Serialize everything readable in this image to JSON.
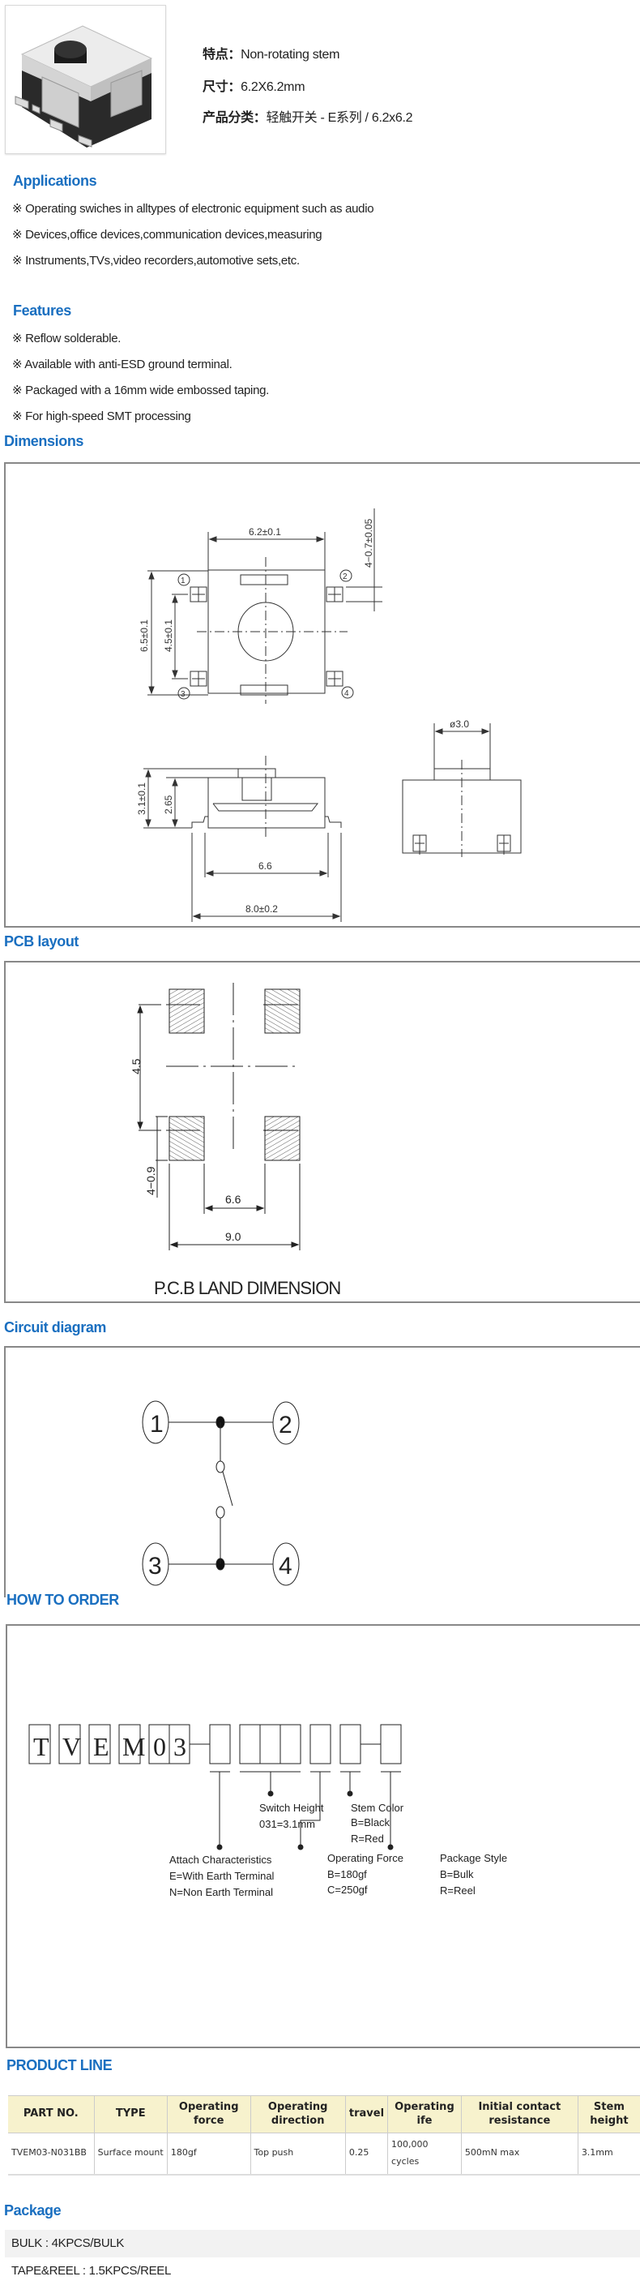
{
  "product": {
    "image_alt": "tactile switch photo",
    "specs": [
      {
        "label": "特点：",
        "value": "Non-rotating stem"
      },
      {
        "label": "尺寸：",
        "value": "6.2X6.2mm"
      },
      {
        "label": "产品分类：",
        "value": "轻触开关 - E系列 / 6.2x6.2"
      }
    ]
  },
  "applications": {
    "title": "Applications",
    "items": [
      "※ Operating swiches in alltypes of electronic equipment such as audio",
      "※ Devices,office devices,communication devices,measuring",
      "※ Instruments,TVs,video recorders,automotive sets,etc."
    ]
  },
  "features": {
    "title": "Features",
    "items": [
      "※ Reflow solderable.",
      "※ Available with anti-ESD ground terminal.",
      "※ Packaged with a 16mm wide embossed taping.",
      "※ For high-speed SMT processing"
    ]
  },
  "dimensions": {
    "title": "Dimensions",
    "labels": {
      "width": "6.2±0.1",
      "terminal": "4−0.7±0.05",
      "height": "6.5±0.1",
      "pitch": "4.5±0.1",
      "total_height": "3.1±0.1",
      "body_height": "2.65",
      "inner_span": "6.6",
      "outer_span": "8.0±0.2",
      "stem_dia": "ø3.0",
      "pin1": "1",
      "pin2": "2",
      "pin3": "3",
      "pin4": "4"
    }
  },
  "pcb": {
    "title": "PCB layout",
    "labels": {
      "pitch": "4.5",
      "pad": "4−0.9",
      "inner": "6.6",
      "outer": "9.0",
      "caption": "P.C.B LAND DIMENSION"
    }
  },
  "circuit": {
    "title": "Circuit diagram",
    "pins": [
      "1",
      "2",
      "3",
      "4"
    ]
  },
  "how_to_order": {
    "title": "HOW TO ORDER",
    "code_chars": [
      "T",
      "V",
      "E",
      "M",
      "0",
      "3"
    ],
    "groups": [
      {
        "title": "Attach Characteristics",
        "lines": [
          "E=With Earth Terminal",
          "N=Non Earth Terminal"
        ]
      },
      {
        "title": "Switch Height",
        "lines": [
          "031=3.1mm"
        ]
      },
      {
        "title": "Operating Force",
        "lines": [
          "B=180gf",
          "C=250gf"
        ]
      },
      {
        "title": "Stem Color",
        "lines": [
          "B=Black",
          "R=Red"
        ]
      },
      {
        "title": "Package Style",
        "lines": [
          "B=Bulk",
          "R=Reel"
        ]
      }
    ]
  },
  "product_line": {
    "title": "PRODUCT LINE",
    "headers": [
      "PART NO.",
      "TYPE",
      "Operating force",
      "Operating direction",
      "travel",
      "Operating ife",
      "Initial contact resistance",
      "Stem height"
    ],
    "rows": [
      [
        "TVEM03-N031BB",
        "Surface mount",
        "180gf",
        "Top push",
        "0.25",
        "100,000 cycles",
        "500mN max",
        "3.1mm"
      ]
    ],
    "header_bg": "#f7f2cd"
  },
  "package": {
    "title": "Package",
    "items": [
      "BULK : 4KPCS/BULK",
      "TAPE&REEL : 1.5KPCS/REEL"
    ]
  },
  "theme": {
    "accent": "#1a6fc0"
  }
}
